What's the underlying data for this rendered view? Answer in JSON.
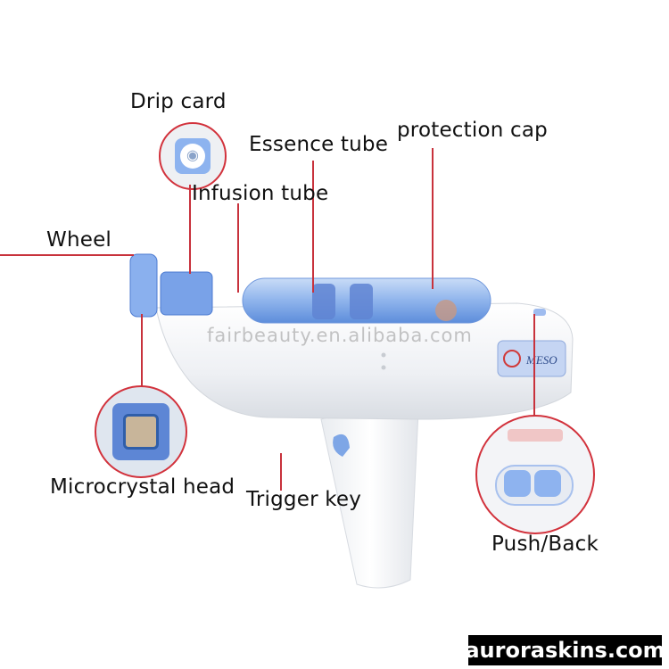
{
  "labels": {
    "drip_card": "Drip card",
    "essence_tube": "Essence tube",
    "protection_cap": "protection cap",
    "infusion_tube": "Infusion tube",
    "wheel": "Wheel",
    "microcrystal_head": "Microcrystal head",
    "trigger_key": "Trigger key",
    "push_back": "Push/Back"
  },
  "device": {
    "badge_text": "MESO",
    "watermark": "fairbeauty.en.alibaba.com"
  },
  "footer": {
    "site": "auroraskins.com"
  },
  "colors": {
    "leader": "#c8323c",
    "accent_blue": "#4a84d8",
    "body_white": "#f4f5f7"
  }
}
